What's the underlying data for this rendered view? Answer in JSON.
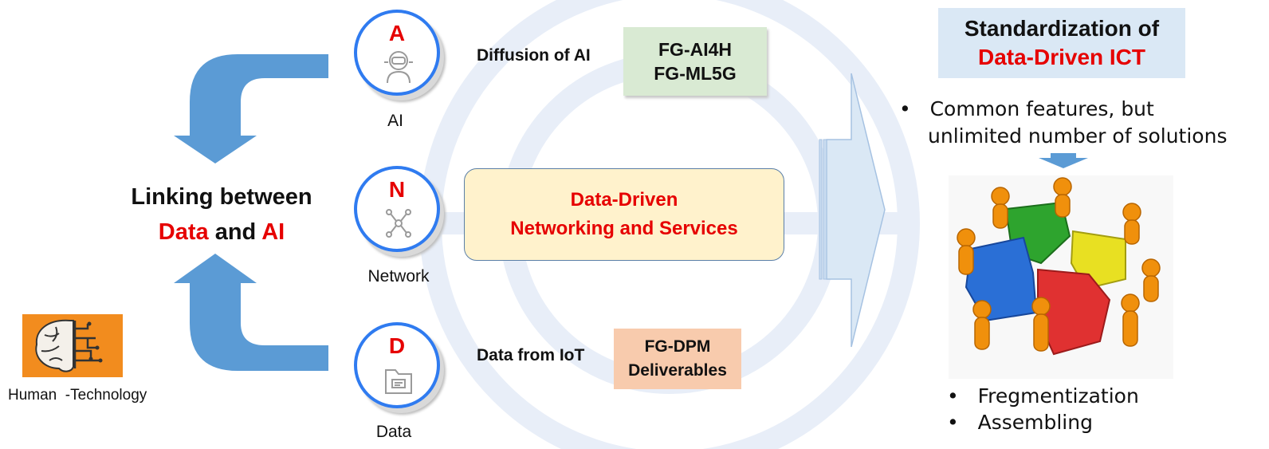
{
  "left": {
    "title_line1": "Linking between",
    "title_data": "Data",
    "title_and": "and",
    "title_ai": "AI",
    "image_caption": "Human  -Technology"
  },
  "nodes": [
    {
      "letter": "A",
      "label": "AI",
      "icon": "robot-icon"
    },
    {
      "letter": "N",
      "label": "Network",
      "icon": "network-icon"
    },
    {
      "letter": "D",
      "label": "Data",
      "icon": "folder-icon"
    }
  ],
  "middle": {
    "diffusion_label": "Diffusion of AI",
    "fg_ai_box": [
      "FG-AI4H",
      "FG-ML5G"
    ],
    "center_box": [
      "Data-Driven",
      "Networking and Services"
    ],
    "data_iot_label": "Data from IoT",
    "fg_dpm_box": [
      "FG-DPM",
      "Deliverables"
    ]
  },
  "right": {
    "title_line1": "Standardization of",
    "title_line2": "Data-Driven ICT",
    "bullet_main_line1": "Common features, but",
    "bullet_main_line2": "unlimited number of solutions",
    "bullets": [
      "Fregmentization",
      "Assembling"
    ]
  },
  "colors": {
    "accent_red": "#e60000",
    "arrow_blue": "#5b9bd5",
    "ring_blue": "#2f7bf0",
    "fg_ai_bg": "#d9ead3",
    "center_bg": "#fff2cc",
    "fg_dpm_bg": "#f8cbad",
    "title_bg": "#dae8f5",
    "brain_bg": "#f28c1e"
  }
}
